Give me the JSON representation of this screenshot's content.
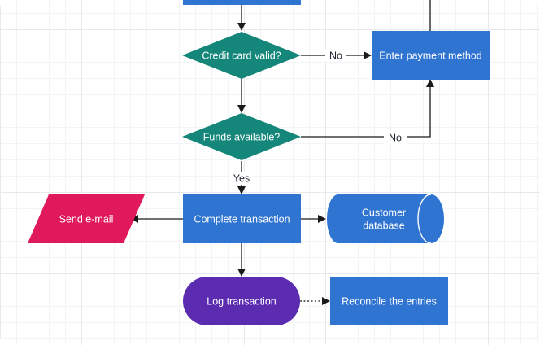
{
  "colors": {
    "process": "#2f74d0",
    "decision": "#14877a",
    "data_io": "#e0185c",
    "terminator": "#5b2bb0",
    "connector": "#1a1a1a",
    "grid": "#e6e9ee"
  },
  "nodes": {
    "credit_check": "Credit card valid?",
    "enter_payment": "Enter payment method",
    "funds_check": "Funds available?",
    "complete": "Complete transaction",
    "send_email": "Send e-mail",
    "db_line1": "Customer",
    "db_line2": "database",
    "log": "Log transaction",
    "reconcile": "Reconcile the entries"
  },
  "edges": {
    "credit_no": "No",
    "funds_no": "No",
    "funds_yes": "Yes"
  }
}
